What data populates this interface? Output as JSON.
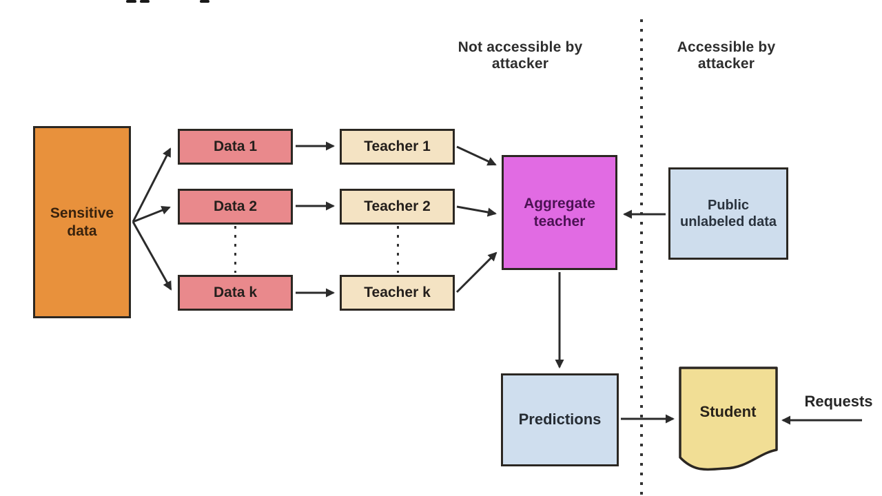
{
  "regions": {
    "not_accessible_label": "Not accessible by attacker",
    "accessible_label": "Accessible by attacker"
  },
  "nodes": {
    "sensitive_data": {
      "label": "Sensitive data",
      "fill": "#e8913c"
    },
    "data_1": {
      "label": "Data 1",
      "fill": "#e9898c"
    },
    "data_2": {
      "label": "Data 2",
      "fill": "#e9898c"
    },
    "data_k": {
      "label": "Data k",
      "fill": "#e9898c"
    },
    "teacher_1": {
      "label": "Teacher 1",
      "fill": "#f4e3c3"
    },
    "teacher_2": {
      "label": "Teacher 2",
      "fill": "#f4e3c3"
    },
    "teacher_k": {
      "label": "Teacher k",
      "fill": "#f4e3c3"
    },
    "aggregate_teacher": {
      "label": "Aggregate teacher",
      "fill": "#e16be3"
    },
    "public_unlabeled_data": {
      "label": "Public unlabeled data",
      "fill": "#cedded"
    },
    "predictions": {
      "label": "Predictions",
      "fill": "#cfdeee"
    },
    "student": {
      "label": "Student",
      "fill": "#f1de95"
    }
  },
  "annotations": {
    "requests_label": "Requests"
  },
  "colors": {
    "arrow": "#2b2b2b",
    "node_border": "#2b2722",
    "divider": "#333333"
  }
}
